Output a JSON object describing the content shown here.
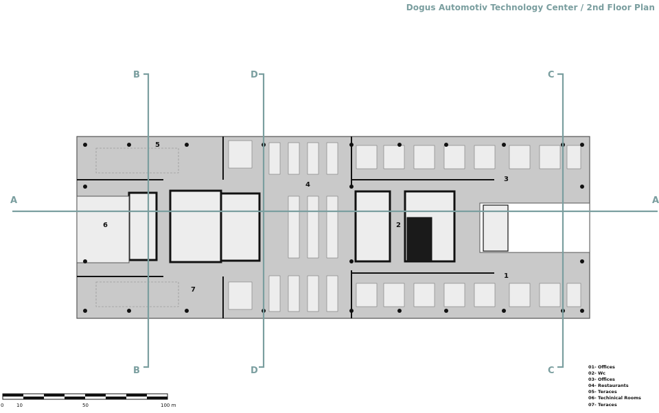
{
  "title": "Dogus Automotiv Technology Center / 2nd Floor Plan",
  "colors": {
    "section": "#7a9e9f",
    "floor": "#c9c9c9",
    "wall": "#111111",
    "line": "#555555",
    "furniture": "#ededed"
  },
  "section_marks": [
    {
      "label": "A"
    },
    {
      "label": "A"
    },
    {
      "label": "B"
    },
    {
      "label": "B"
    },
    {
      "label": "D"
    },
    {
      "label": "D"
    },
    {
      "label": "C"
    },
    {
      "label": "C"
    }
  ],
  "room_labels": [
    "1",
    "2",
    "3",
    "4",
    "5",
    "6",
    "7"
  ],
  "legend": [
    "01- Offices",
    "02- Wc",
    "03- Offices",
    "04- Restaurants",
    "05- Teraces",
    "06- Techinical Rooms",
    "07- Teraces"
  ],
  "scale": {
    "ticks": [
      "0",
      "10",
      "50",
      "100 m"
    ]
  }
}
